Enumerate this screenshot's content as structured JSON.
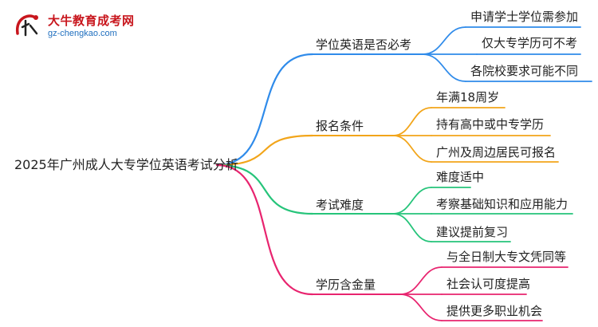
{
  "logo": {
    "name": "大牛教育成考网",
    "url": "gz-chengkao.com",
    "brand_color": "#c8161d",
    "url_color": "#1f6fbf"
  },
  "root": {
    "label": "2025年广州成人大专学位英语考试分析"
  },
  "branches": [
    {
      "label": "学位英语是否必考",
      "color": "#2f8bea",
      "children": [
        "申请学士学位需参加",
        "仅大专学历可不考",
        "各院校要求可能不同"
      ]
    },
    {
      "label": "报名条件",
      "color": "#f2a51a",
      "children": [
        "年满18周岁",
        "持有高中或中专学历",
        "广州及周边居民可报名"
      ]
    },
    {
      "label": "考试难度",
      "color": "#26c47a",
      "children": [
        "难度适中",
        "考察基础知识和应用能力",
        "建议提前复习"
      ]
    },
    {
      "label": "学历含金量",
      "color": "#e8246f",
      "children": [
        "与全日制大专文凭同等",
        "社会认可度提高",
        "提供更多职业机会"
      ]
    }
  ]
}
